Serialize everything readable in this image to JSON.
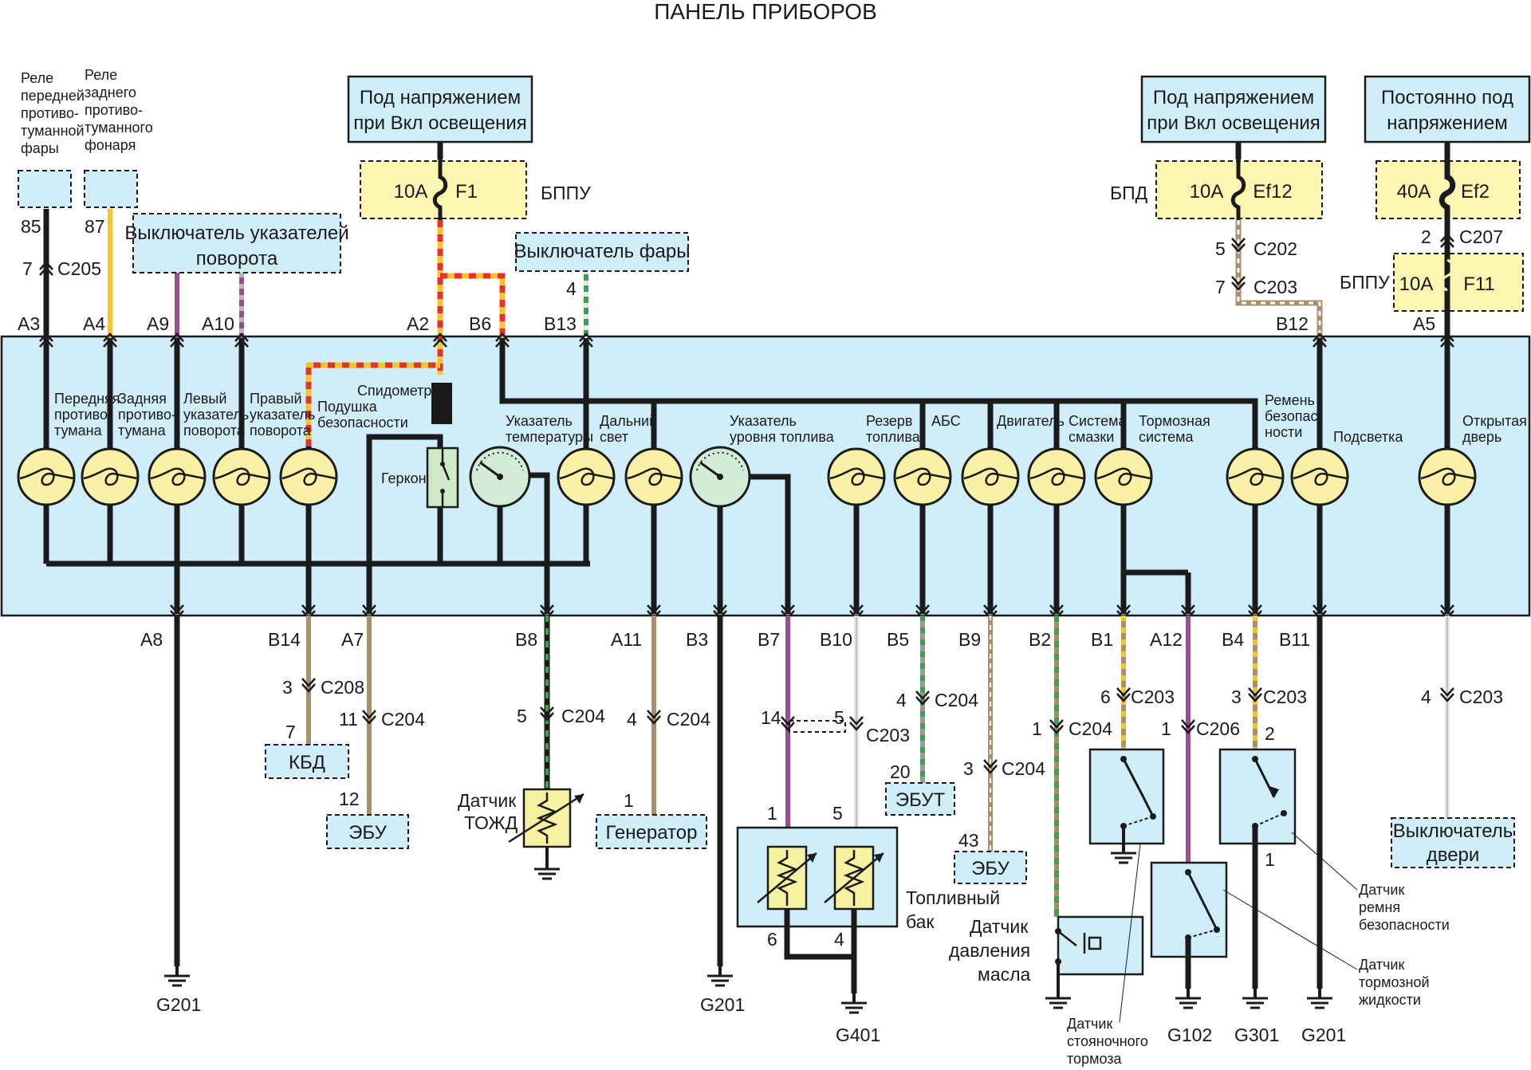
{
  "title": "ПАНЕЛЬ ПРИБОРОВ",
  "colors": {
    "panel_fill": "#cfeefa",
    "wire_black": "#1b1b1b",
    "wire_yellow": "#f4c430",
    "wire_violet": "#9b4d92",
    "wire_brown": "#a8906e",
    "wire_red": "#e3332a",
    "wire_green": "#3f9e4f",
    "wire_white": "#ffffff",
    "wire_gray": "#9a9a9a",
    "fuse_fill": "#fdf6b2",
    "lamp_fill": "#fbf1a6",
    "gauge_fill": "#d3ecd7"
  },
  "power_boxes": {
    "left": {
      "line1": "Под напряжением",
      "line2": "при Вкл освещения"
    },
    "right1": {
      "line1": "Под напряжением",
      "line2": "при Вкл освещения"
    },
    "right2": {
      "line1": "Постоянно под",
      "line2": "напряжением"
    }
  },
  "fuses": {
    "f1": {
      "rating": "10A",
      "name": "F1",
      "block": "БППУ"
    },
    "ef12": {
      "rating": "10A",
      "name": "Ef12",
      "block": "БПД"
    },
    "ef2": {
      "rating": "40A",
      "name": "Ef2"
    },
    "f11": {
      "rating": "10A",
      "name": "F11",
      "block": "БППУ"
    }
  },
  "relays": {
    "front_fog": {
      "l1": "Реле",
      "l2": "передней",
      "l3": "противо-",
      "l4": "туманной",
      "l5": "фары",
      "pin": "85"
    },
    "rear_fog": {
      "l1": "Реле",
      "l2": "заднего",
      "l3": "противо-",
      "l4": "туманного",
      "l5": "фонаря",
      "pin": "87"
    }
  },
  "switches": {
    "turn": {
      "l1": "Выключатель указателей",
      "l2": "поворота"
    },
    "headlight": {
      "label": "Выключатель фары",
      "pin": "4"
    },
    "door": {
      "l1": "Выключатель",
      "l2": "двери"
    }
  },
  "top_connectors": {
    "c205": {
      "pin": "7",
      "name": "C205"
    },
    "c202": {
      "pin": "5",
      "name": "C202"
    },
    "c203a": {
      "pin": "7",
      "name": "C203"
    },
    "c207": {
      "pin": "2",
      "name": "C207"
    }
  },
  "top_pins": {
    "a3": "A3",
    "a4": "A4",
    "a9": "A9",
    "a10": "A10",
    "a2": "A2",
    "b6": "B6",
    "b13": "B13",
    "b12": "B12",
    "a5": "A5"
  },
  "panel_labels": {
    "speedo": "Спидометр",
    "reed": "Геркон",
    "front_fog": {
      "l1": "Передняя",
      "l2": "противо-",
      "l3": "тумана"
    },
    "rear_fog": {
      "l1": "Задняя",
      "l2": "противо-",
      "l3": "тумана"
    },
    "left_turn": {
      "l1": "Левый",
      "l2": "указатель",
      "l3": "поворота"
    },
    "right_turn": {
      "l1": "Правый",
      "l2": "указатель",
      "l3": "поворота"
    },
    "airbag": {
      "l1": "Подушка",
      "l2": "безопасности"
    },
    "temp": {
      "l1": "Указатель",
      "l2": "температуры"
    },
    "high_beam": {
      "l1": "Дальний",
      "l2": "свет"
    },
    "fuel_level": {
      "l1": "Указатель",
      "l2": "уровня топлива"
    },
    "fuel_reserve": {
      "l1": "Резерв",
      "l2": "топлива"
    },
    "abs": "АБС",
    "engine": "Двигатель",
    "oil": {
      "l1": "Система",
      "l2": "смазки"
    },
    "brake": {
      "l1": "Тормозная",
      "l2": "система"
    },
    "belt": {
      "l1": "Ремень",
      "l2": "безопас-",
      "l3": "ности"
    },
    "backlight": "Подсветка",
    "door": {
      "l1": "Открытая",
      "l2": "дверь"
    }
  },
  "bottom_pins": {
    "a8": "A8",
    "b14": "B14",
    "a7": "A7",
    "b8": "B8",
    "a11": "A11",
    "b3": "B3",
    "b7": "B7",
    "b10": "B10",
    "b5": "B5",
    "b9": "B9",
    "b2": "B2",
    "b1": "B1",
    "a12": "A12",
    "b4": "B4",
    "b11": "B11"
  },
  "bottom_connectors": {
    "c208": {
      "pin": "3",
      "name": "C208"
    },
    "c204_a7": {
      "pin": "11",
      "name": "C204"
    },
    "c204_b8": {
      "pin": "5",
      "name": "C204"
    },
    "c204_a11": {
      "pin": "4",
      "name": "C204"
    },
    "c203_b7": {
      "pin_l": "14",
      "pin_r": "5",
      "name": "C203"
    },
    "c204_b5": {
      "pin": "4",
      "name": "C204"
    },
    "c204_b9": {
      "pin": "3",
      "name": "C204"
    },
    "c204_b2": {
      "pin": "1",
      "name": "C204"
    },
    "c203_b1": {
      "pin": "6",
      "name": "C203"
    },
    "c206": {
      "pin": "1",
      "name": "C206"
    },
    "c203_b4": {
      "pin": "3",
      "name": "C203"
    },
    "c203_door": {
      "pin": "4",
      "name": "C203"
    }
  },
  "modules": {
    "kbd": {
      "label": "КБД",
      "pin": "7"
    },
    "ecu1": {
      "label": "ЭБУ",
      "pin": "12"
    },
    "generator": {
      "label": "Генератор",
      "pin": "1"
    },
    "ebut": {
      "label": "ЭБУТ",
      "pin": "20"
    },
    "ecu2": {
      "label": "ЭБУ",
      "pin": "43"
    }
  },
  "sensors": {
    "coolant": {
      "l1": "Датчик",
      "l2": "ТОЖД"
    },
    "fuel_tank": {
      "l1": "Топливный",
      "l2": "бак",
      "p1": "1",
      "p5": "5",
      "p6": "6",
      "p4": "4"
    },
    "oil_pressure": {
      "l1": "Датчик",
      "l2": "давления",
      "l3": "масла"
    },
    "park_brake": {
      "l1": "Датчик",
      "l2": "стояночного",
      "l3": "тормоза"
    },
    "belt": {
      "l1": "Датчик",
      "l2": "ремня",
      "l3": "безопасности",
      "p2": "2",
      "p1": "1"
    },
    "brake_fluid": {
      "l1": "Датчик",
      "l2": "тормозной",
      "l3": "жидкости"
    }
  },
  "grounds": {
    "g201a": "G201",
    "g201b": "G201",
    "g401": "G401",
    "g102": "G102",
    "g301": "G301",
    "g201c": "G201"
  }
}
